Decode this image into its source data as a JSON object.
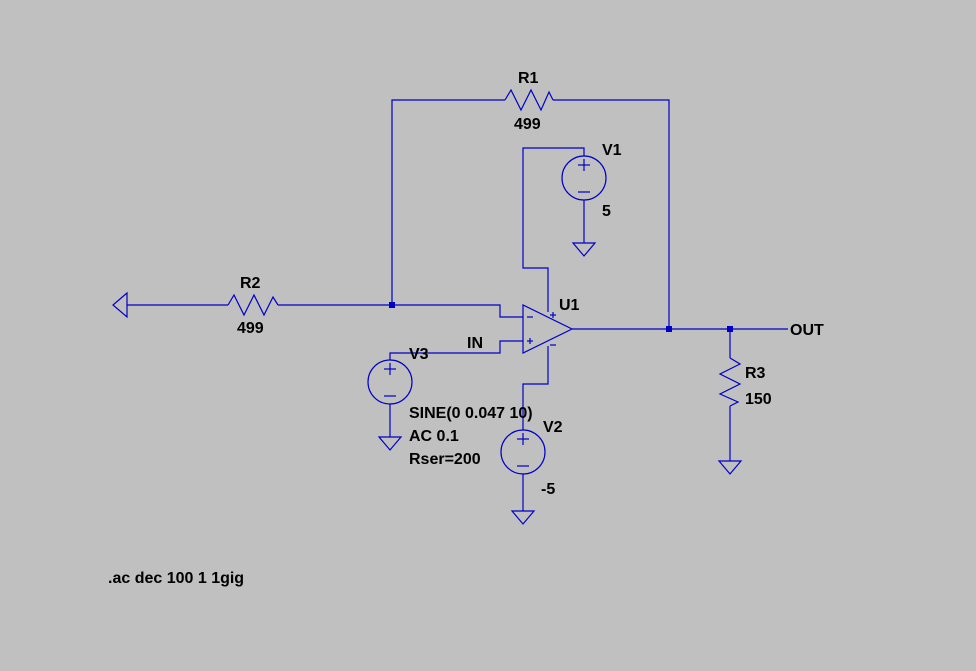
{
  "colors": {
    "background": "#c0c0c0",
    "wire": "#0000c8",
    "text": "#000000"
  },
  "components": {
    "r1": {
      "name": "R1",
      "value": "499"
    },
    "r2": {
      "name": "R2",
      "value": "499"
    },
    "r3": {
      "name": "R3",
      "value": "150"
    },
    "v1": {
      "name": "V1",
      "value": "5"
    },
    "v2": {
      "name": "V2",
      "value": "-5"
    },
    "v3": {
      "name": "V3",
      "params": [
        "SINE(0 0.047 10)",
        "AC 0.1",
        "Rser=200"
      ]
    },
    "u1": {
      "name": "U1"
    }
  },
  "nets": {
    "in": "IN",
    "out": "OUT"
  },
  "directive": ".ac dec 100 1 1gig"
}
